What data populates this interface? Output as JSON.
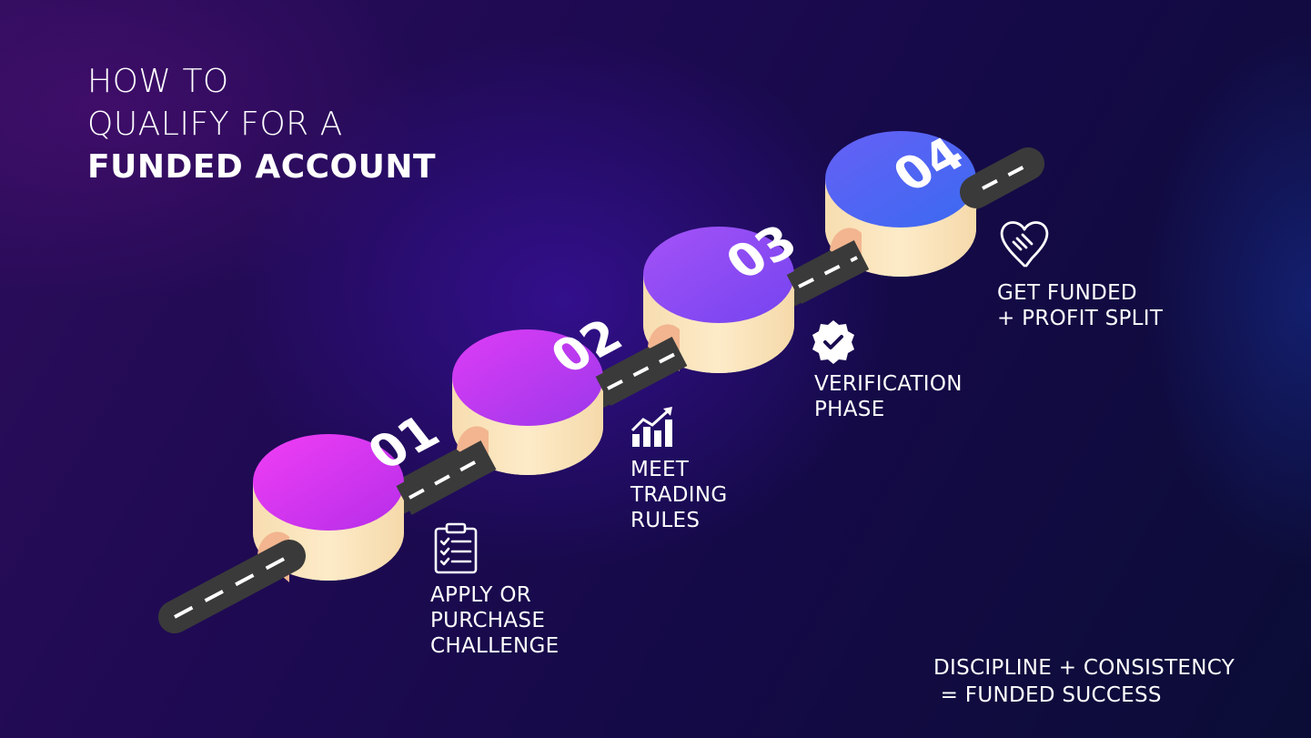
{
  "title": {
    "line1": "HOW TO",
    "line2": "QUALIFY FOR A",
    "line3": "FUNDED ACCOUNT"
  },
  "steps": [
    {
      "number": "01",
      "label_lines": [
        "APPLY OR",
        "PURCHASE",
        "CHALLENGE"
      ],
      "icon": "clipboard-checklist-icon",
      "color_top": "#e636f5",
      "color_bottom": "#b42ee8"
    },
    {
      "number": "02",
      "label_lines": [
        "MEET",
        "TRADING",
        "RULES"
      ],
      "icon": "growth-chart-icon",
      "color_top": "#d43af4",
      "color_bottom": "#9a36e8"
    },
    {
      "number": "03",
      "label_lines": [
        "VERIFICATION",
        "PHASE"
      ],
      "icon": "verified-badge-icon",
      "color_top": "#9a4cf5",
      "color_bottom": "#7a3ff0"
    },
    {
      "number": "04",
      "label_lines": [
        "GET FUNDED",
        "+ PROFIT SPLIT"
      ],
      "icon": "handshake-icon",
      "color_top": "#5c64f5",
      "color_bottom": "#3f66f0"
    }
  ],
  "tagline": {
    "line1": "DISCIPLINE + CONSISTENCY",
    "line2": " = FUNDED SUCCESS"
  },
  "colors": {
    "road": "#3a3a3a",
    "road_dash": "#ffffff",
    "cylinder_side": "#fbe6c0",
    "tunnel": "#f2b58f"
  }
}
